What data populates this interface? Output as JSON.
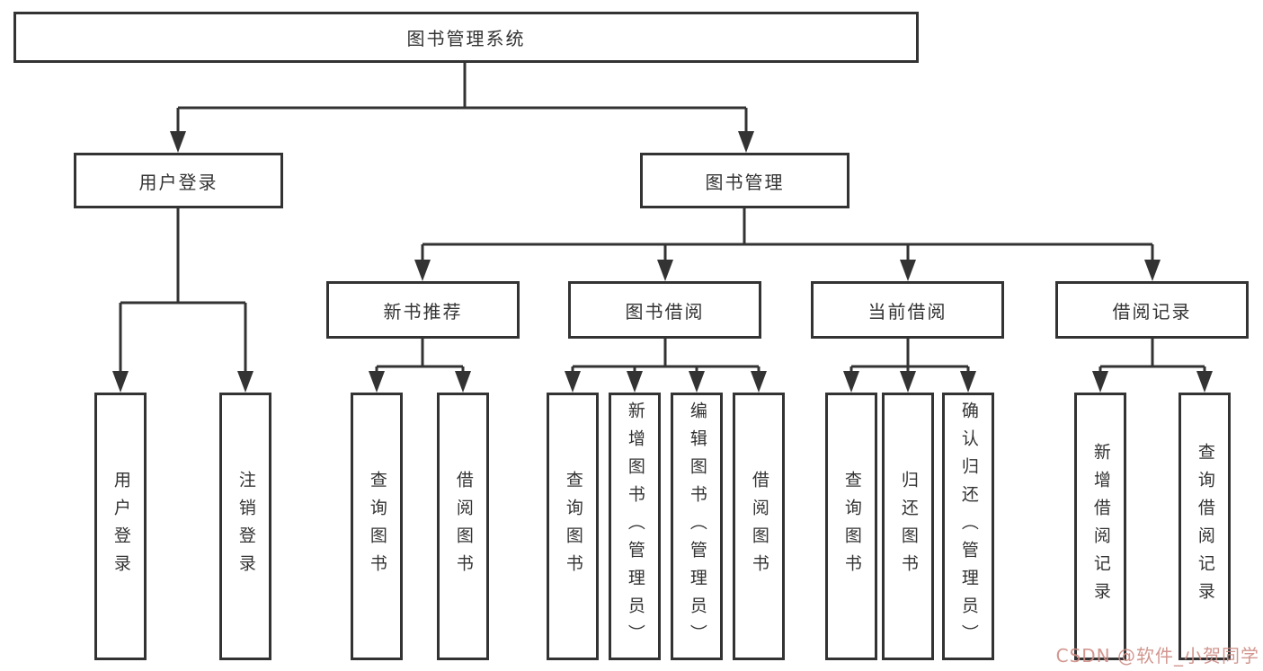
{
  "diagram": {
    "title": "图书管理系统",
    "branches": [
      {
        "label": "用户登录",
        "children": [
          {
            "label": "用户登录"
          },
          {
            "label": "注销登录"
          }
        ]
      },
      {
        "label": "图书管理",
        "children": [
          {
            "label": "新书推荐",
            "children": [
              {
                "label": "查询图书"
              },
              {
                "label": "借阅图书"
              }
            ]
          },
          {
            "label": "图书借阅",
            "children": [
              {
                "label": "查询图书"
              },
              {
                "label": "新增图书（管理员）"
              },
              {
                "label": "编辑图书（管理员）"
              },
              {
                "label": "借阅图书"
              }
            ]
          },
          {
            "label": "当前借阅",
            "children": [
              {
                "label": "查询图书"
              },
              {
                "label": "归还图书"
              },
              {
                "label": "确认归还（管理员）"
              }
            ]
          },
          {
            "label": "借阅记录",
            "children": [
              {
                "label": "新增借阅记录"
              },
              {
                "label": "查询借阅记录"
              }
            ]
          }
        ]
      }
    ]
  },
  "watermark": {
    "text": "CSDN @软件_小贺同学",
    "color": "#cd8c84"
  },
  "colors": {
    "line": "#333333",
    "box_border": "#333333",
    "text": "#333333",
    "background": "#ffffff"
  }
}
